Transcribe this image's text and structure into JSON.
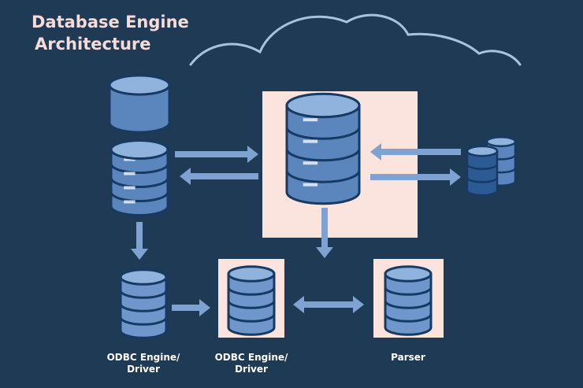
{
  "title": {
    "line1": "Database Engine",
    "line2": "Architecture"
  },
  "labels": {
    "odbc_left": [
      "ODBC Engine/",
      "Driver"
    ],
    "odbc_center": [
      "ODBC Engine/",
      "Driver"
    ],
    "parser": "Parser"
  },
  "colors": {
    "background": "#1f3a55",
    "panel": "#fbe3de",
    "cylinder_fill": "#5b85bd",
    "cylinder_stroke": "#173a63",
    "arrow": "#7ea2d1",
    "title_text": "#f6dcd8",
    "label_text": "#ffffff"
  },
  "icons": {
    "cloud": "cloud-outline-icon",
    "database": "database-cylinder-icon",
    "arrow": "arrow-icon"
  }
}
